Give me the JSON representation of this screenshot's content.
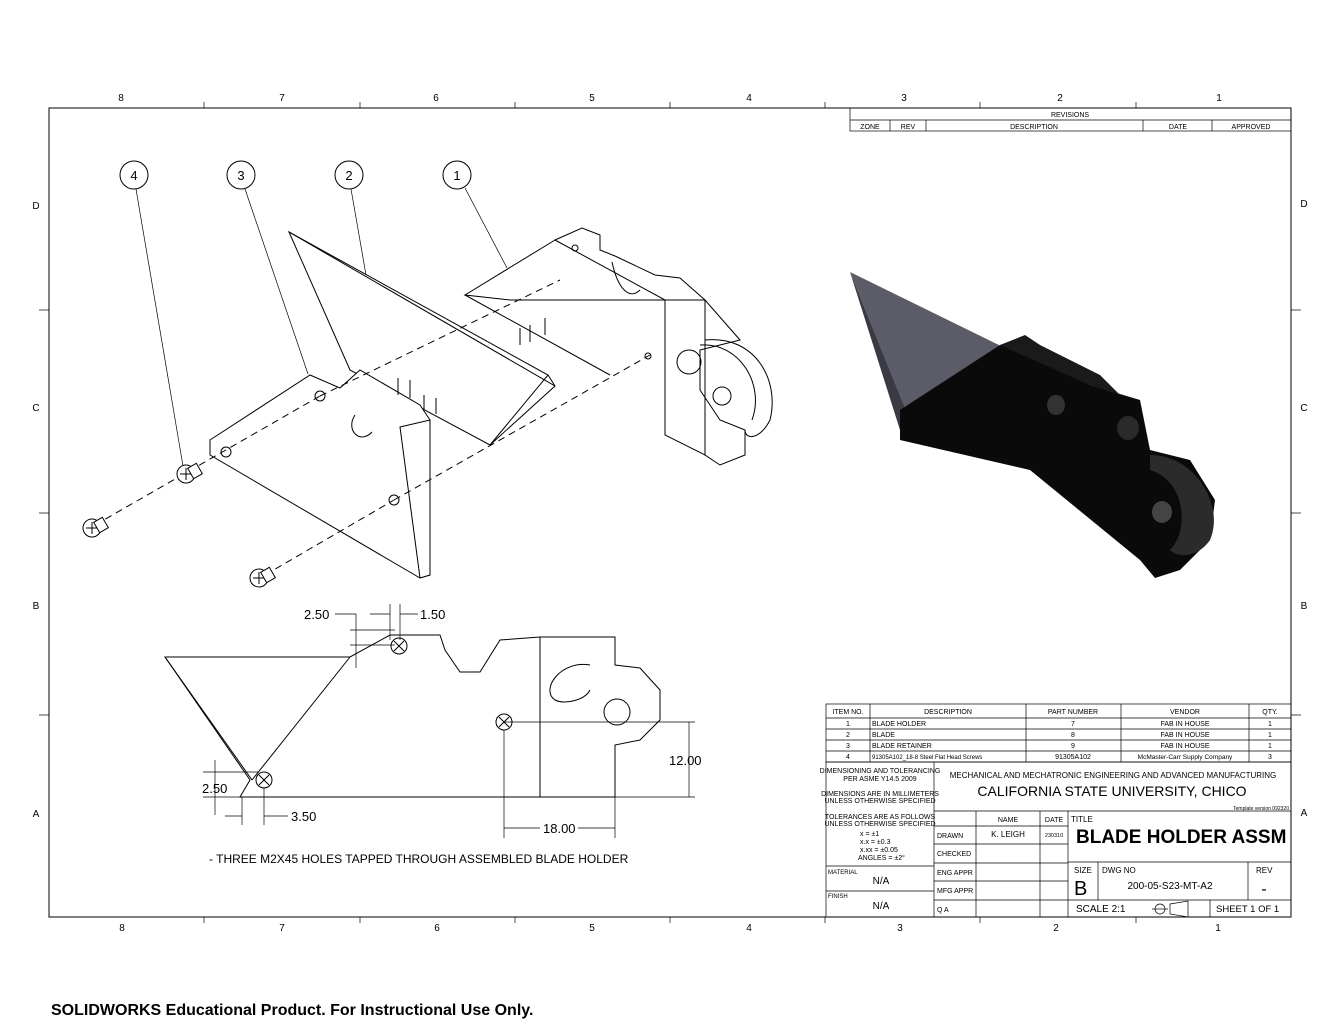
{
  "zones": {
    "columns": [
      "8",
      "7",
      "6",
      "5",
      "4",
      "3",
      "2",
      "1"
    ],
    "rows": [
      "D",
      "C",
      "B",
      "A"
    ]
  },
  "revisions": {
    "title": "REVISIONS",
    "headers": [
      "ZONE",
      "REV",
      "DESCRIPTION",
      "DATE",
      "APPROVED"
    ]
  },
  "balloons": [
    "1",
    "2",
    "3",
    "4"
  ],
  "dimensions": {
    "d1": "2.50",
    "d2": "1.50",
    "d3": "2.50",
    "d4": "3.50",
    "d5": "12.00",
    "d6": "18.00"
  },
  "note": "- THREE M2X45 HOLES TAPPED THROUGH ASSEMBLED BLADE HOLDER",
  "bom": {
    "headers": [
      "ITEM NO.",
      "DESCRIPTION",
      "PART NUMBER",
      "VENDOR",
      "QTY."
    ],
    "rows": [
      [
        "1",
        "BLADE HOLDER",
        "7",
        "FAB IN HOUSE",
        "1"
      ],
      [
        "2",
        "BLADE",
        "8",
        "FAB IN HOUSE",
        "1"
      ],
      [
        "3",
        "BLADE RETAINER",
        "9",
        "FAB IN HOUSE",
        "1"
      ],
      [
        "4",
        "91305A102_18-8 Steel Flat Head Screws",
        "91305A102",
        "McMaster-Carr Supply Company",
        "3"
      ]
    ]
  },
  "title_block": {
    "dim_tol_1": "DIMENSIONING AND TOLERANCING",
    "dim_tol_2": "PER ASME Y14.5 2009",
    "dims_in_1": "DIMENSIONS ARE IN MILLIMETERS",
    "dims_in_2": "UNLESS OTHERWISE SPECIFIED",
    "tol_1": "TOLERANCES ARE AS FOLLOWS",
    "tol_2": "UNLESS OTHERWISE SPECIFIED",
    "tol_x": "x   = ±1",
    "tol_xx": "x.x  = ±0.3",
    "tol_xxx": "x.xx = ±0.05",
    "tol_ang": "ANGLES = ±2°",
    "material_label": "MATERIAL",
    "material": "N/A",
    "finish_label": "FINISH",
    "finish": "N/A",
    "dept": "MECHANICAL AND MECHATRONIC ENGINEERING AND ADVANCED MANUFACTURING",
    "university": "CALIFORNIA STATE UNIVERSITY, CHICO",
    "template": "Template version 092320",
    "name_label": "NAME",
    "date_label": "DATE",
    "drawn_label": "DRAWN",
    "drawn_name": "K. LEIGH",
    "drawn_date": "230310",
    "checked_label": "CHECKED",
    "eng_label": "ENG APPR",
    "mfg_label": "MFG APPR",
    "qa_label": "Q A",
    "title_label": "TITLE",
    "title": "BLADE HOLDER ASSM",
    "size_label": "SIZE",
    "size": "B",
    "dwg_label": "DWG  NO",
    "dwg_no": "200-05-S23-MT-A2",
    "rev_label": "REV",
    "rev": "-",
    "scale": "SCALE  2:1",
    "sheet": "SHEET 1 OF 1"
  },
  "footer": "SOLIDWORKS Educational Product. For Instructional Use Only."
}
